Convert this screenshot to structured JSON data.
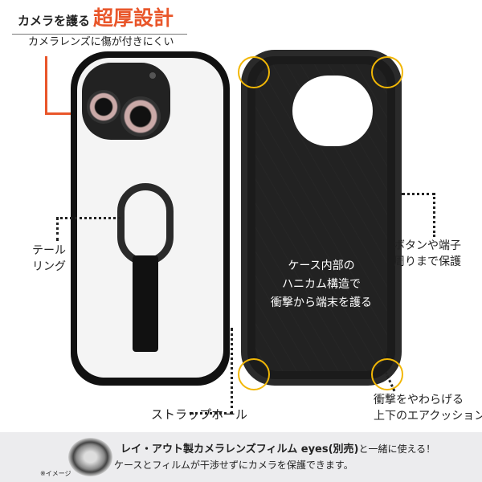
{
  "headline": {
    "prefix": "カメラを護る",
    "emphasis": "超厚設計",
    "sub": "カメラレンズに傷が付きにくい"
  },
  "callouts": {
    "tail_ring": [
      "テール",
      "リング"
    ],
    "strap_hole": "ストラップホール",
    "button_port": [
      "ボタンや端子",
      "周りまで保護"
    ],
    "air_cushion": [
      "衝撃をやわらげる",
      "上下のエアクッション"
    ],
    "honeycomb": [
      "ケース内部の",
      "ハニカム構造で",
      "衝撃から端末を護る"
    ]
  },
  "footer": {
    "line1_bold": "レイ・アウト製カメラレンズフィルム eyes(別売)",
    "line1_rest": "と一緒に使える！",
    "line2": "ケースとフィルムが干渉せずにカメラを保護できます。",
    "image_note": "※イメージ"
  },
  "colors": {
    "accent": "#e9562a",
    "highlight": "#f2b705",
    "footer_bg": "#ececee"
  }
}
